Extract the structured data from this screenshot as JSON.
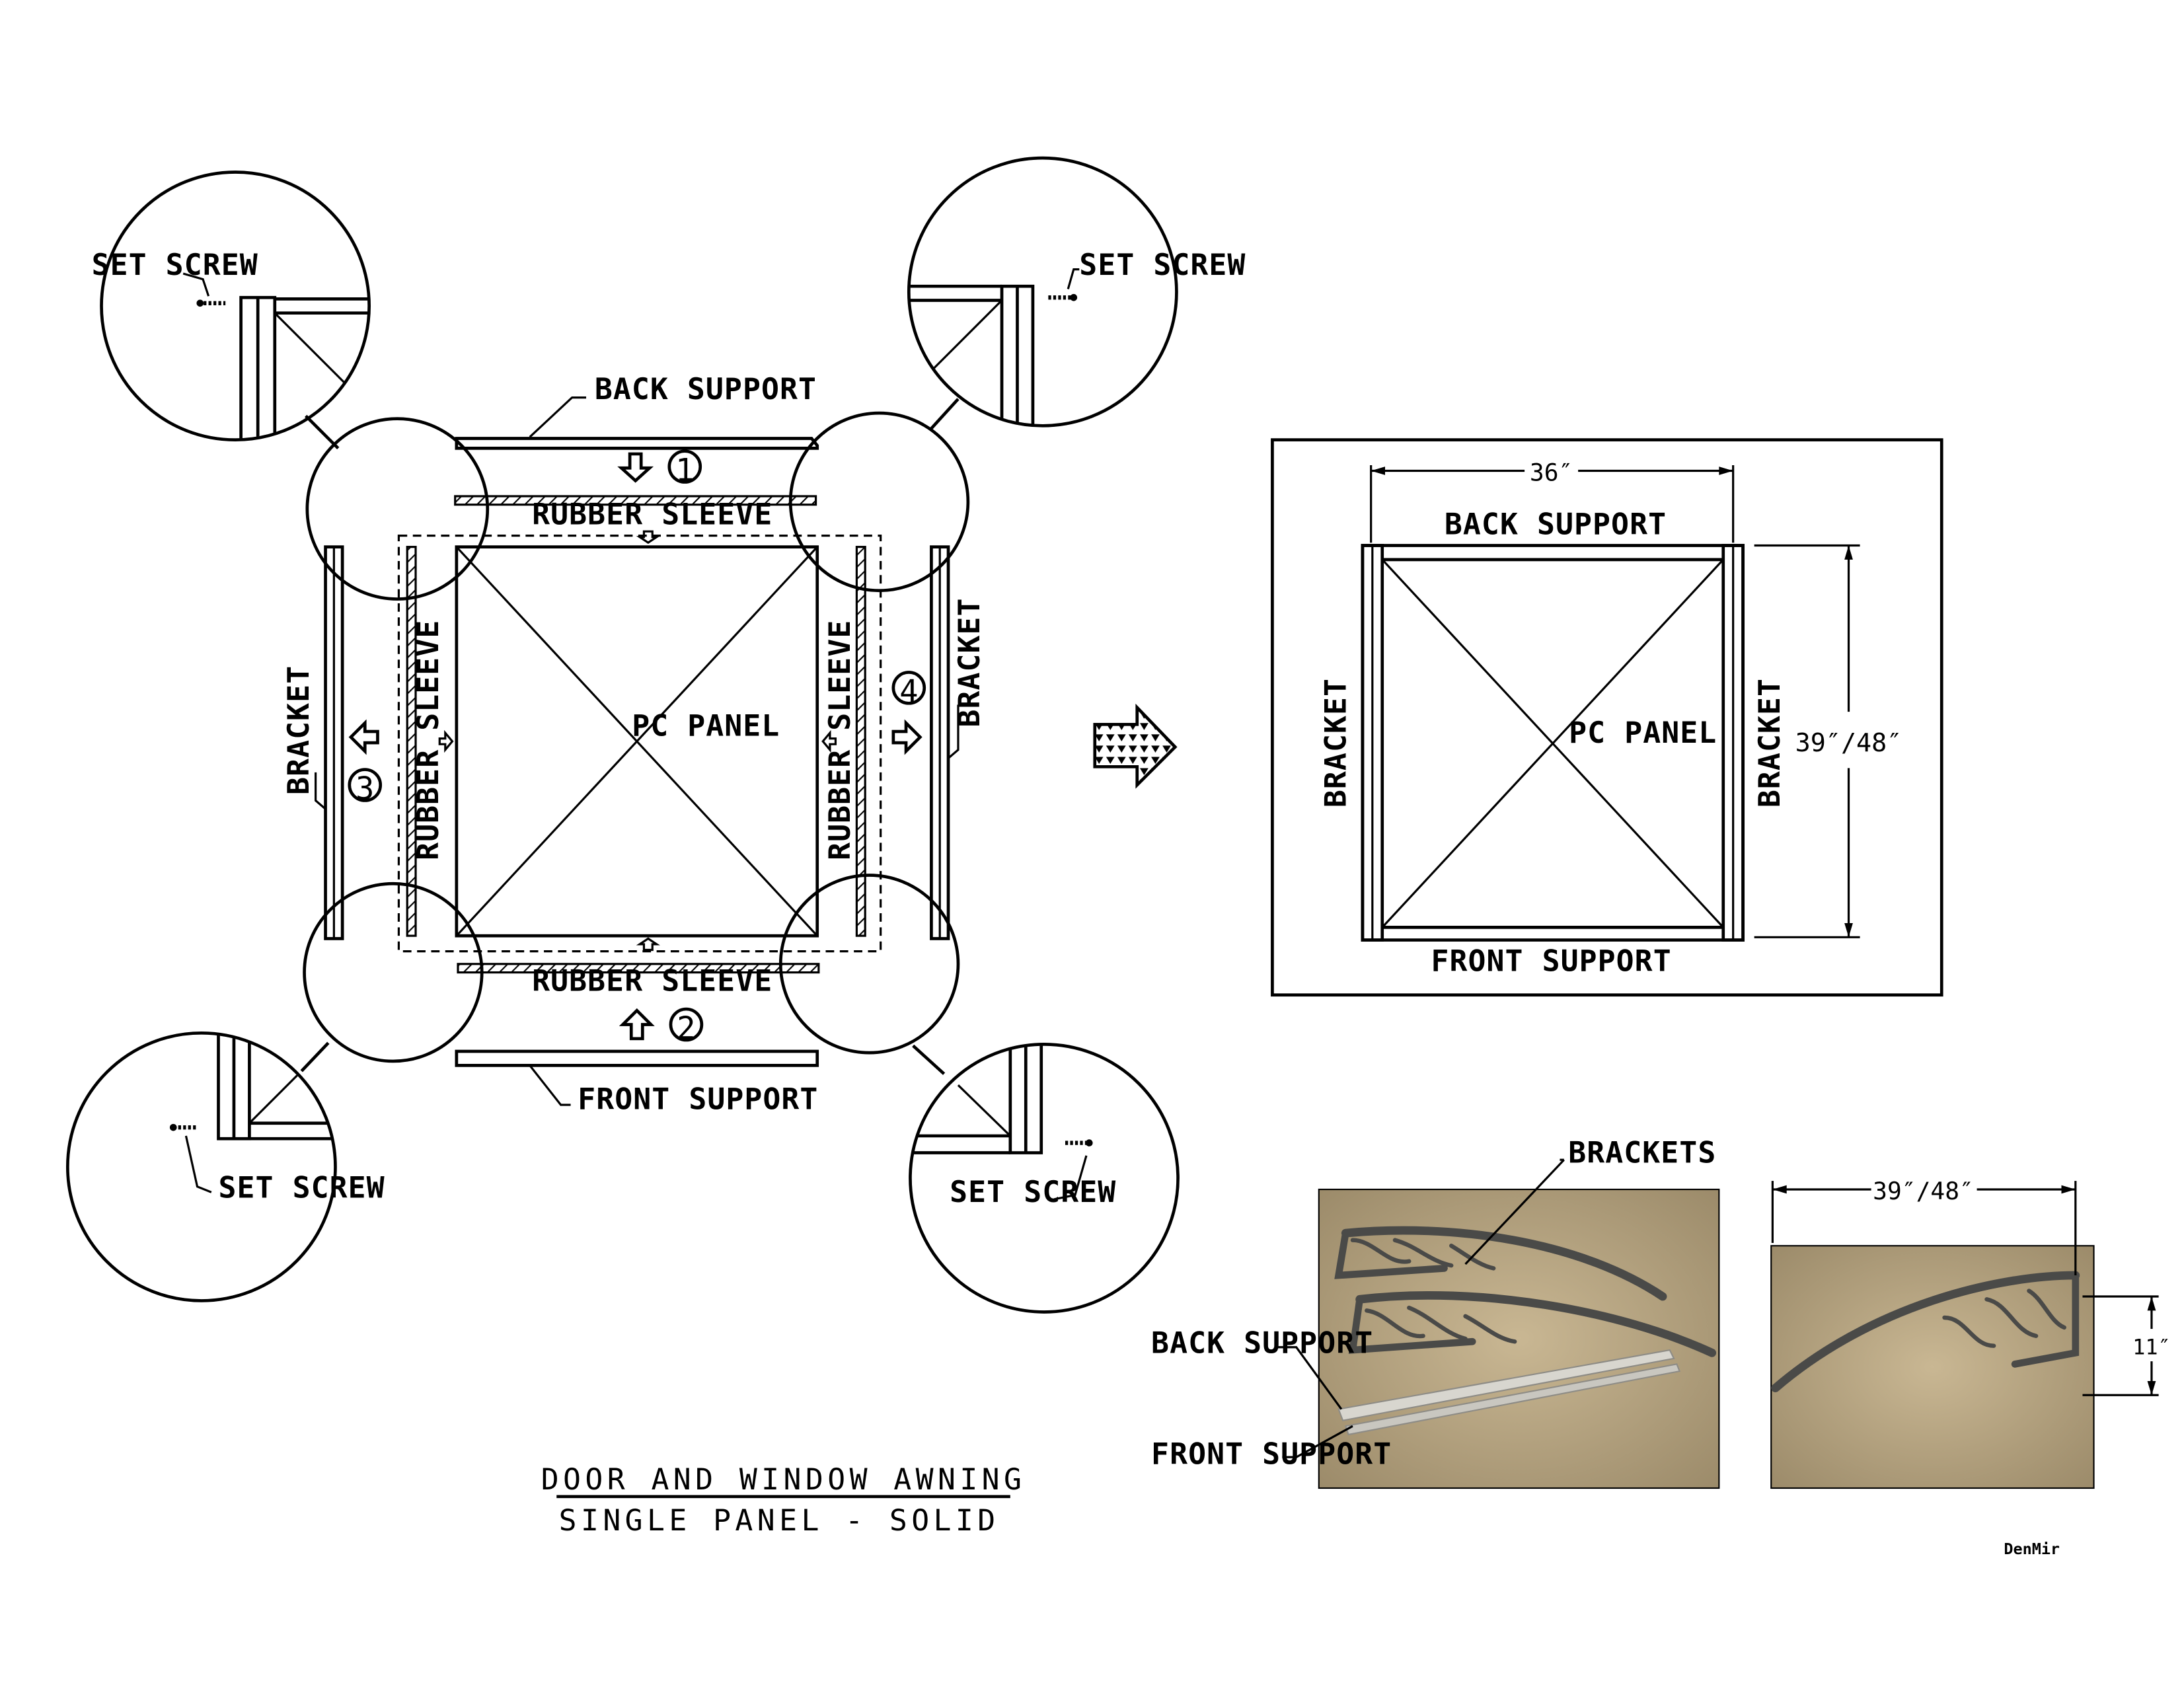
{
  "labels": {
    "back_support": "BACK SUPPORT",
    "front_support": "FRONT SUPPORT",
    "rubber_sleeve": "RUBBER SLEEVE",
    "bracket": "BRACKET",
    "brackets": "BRACKETS",
    "pc_panel": "PC PANEL",
    "set_screw": "SET SCREW"
  },
  "steps": [
    "1",
    "2",
    "3",
    "4"
  ],
  "dimensions": {
    "width": "36″",
    "length": "39″/48″",
    "height": "11″"
  },
  "title": {
    "line1": "DOOR AND WINDOW AWNING",
    "line2": "SINGLE PANEL - SOLID"
  },
  "author": "DenMir",
  "colors": {
    "ink": "#000000",
    "photo_background": "#b5a382",
    "bracket_dark": "#4a4a48",
    "support_silver": "#d8d6cf"
  }
}
